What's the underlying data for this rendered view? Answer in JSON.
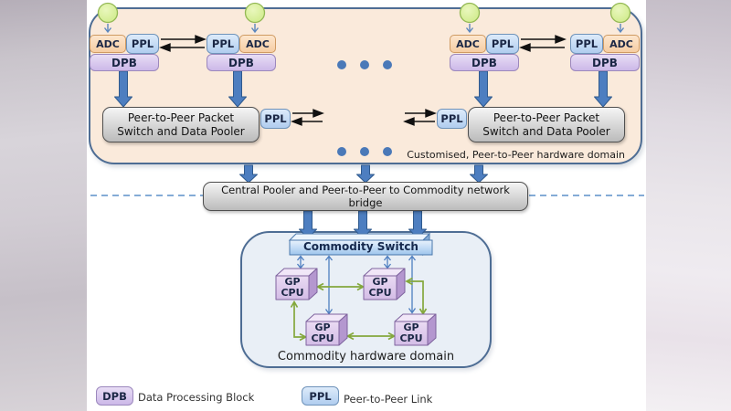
{
  "top_domain": {
    "label": "Customised, Peer-to-Peer hardware domain",
    "units": [
      {
        "adc": "ADC",
        "ppl": "PPL",
        "dpb": "DPB"
      },
      {
        "adc": "ADC",
        "ppl": "PPL",
        "dpb": "DPB"
      },
      {
        "adc": "ADC",
        "ppl": "PPL",
        "dpb": "DPB"
      },
      {
        "adc": "ADC",
        "ppl": "PPL",
        "dpb": "DPB"
      }
    ],
    "pools": [
      {
        "line1": "Peer-to-Peer Packet",
        "line2": "Switch and Data Pooler",
        "ppl": "PPL"
      },
      {
        "line1": "Peer-to-Peer Packet",
        "line2": "Switch and Data Pooler",
        "ppl": "PPL"
      }
    ]
  },
  "bridge": {
    "line1": "Central Pooler and Peer-to-Peer to Commodity network",
    "line2": "bridge"
  },
  "bottom_domain": {
    "label": "Commodity hardware domain",
    "switch_label": "Commodity Switch",
    "cpus": [
      {
        "line1": "GP",
        "line2": "CPU"
      },
      {
        "line1": "GP",
        "line2": "CPU"
      },
      {
        "line1": "GP",
        "line2": "CPU"
      },
      {
        "line1": "GP",
        "line2": "CPU"
      }
    ]
  },
  "legend": {
    "dpb_box": "DPB",
    "dpb_label": "Data Processing Block",
    "ppl_box": "PPL",
    "ppl_label": "Peer-to-Peer Link"
  },
  "colors": {
    "domain_border": "#4e6d94",
    "top_domain_fill": "#faeadb",
    "bottom_domain_fill": "#e9eff6",
    "adc_fill": "#f6cda3",
    "ppl_fill": "#b0cdef",
    "dpb_fill": "#ccb8e8",
    "gray_box_fill": "#d6d6d6",
    "thick_arrow": "#4d7ec0",
    "green_link_arrow": "#84a83c",
    "input_circle": "#d5ee99",
    "dashed_divider": "#5b8fc9"
  }
}
